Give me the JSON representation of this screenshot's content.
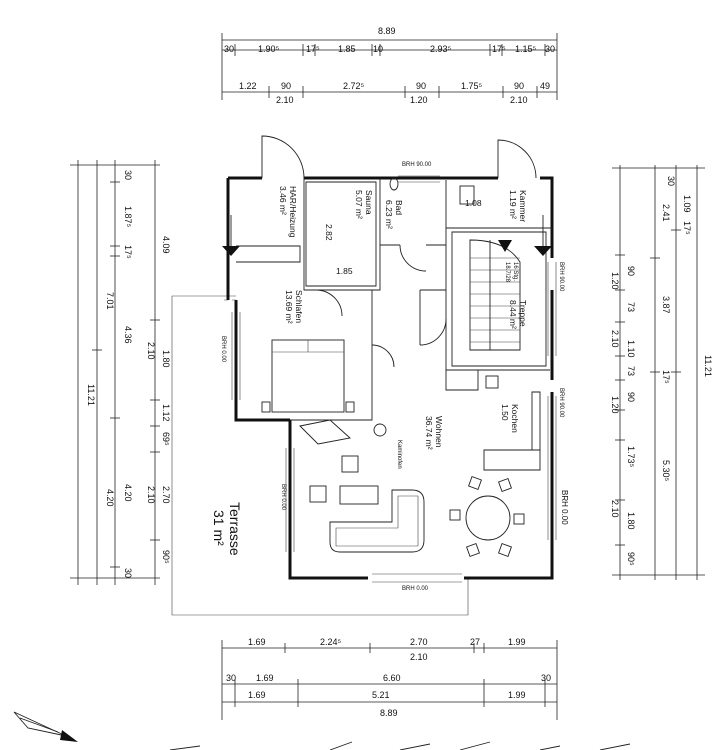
{
  "dimensions": {
    "top_overall": "8.89",
    "top_row1": [
      "30",
      "1.90⁵",
      "17⁵",
      "1.85",
      "10",
      "2.93⁵",
      "17⁵",
      "1.15⁵",
      "30"
    ],
    "top_row2_upper": [
      "1.22",
      "90",
      "2.72⁵",
      "90",
      "1.75⁵",
      "90",
      "49"
    ],
    "top_row2_lower": [
      "2.10",
      "1.20",
      "2.10"
    ],
    "bottom_row1_upper": [
      "1.69",
      "2.24⁵",
      "2.70",
      "27",
      "1.99"
    ],
    "bottom_row1_lower": "2.10",
    "bottom_row2_upper": [
      "30",
      "1.69",
      "6.60",
      "30"
    ],
    "bottom_row2_lower": [
      "1.69",
      "5.21",
      "1.99"
    ],
    "bottom_overall": "8.89",
    "left_outer": "11.21",
    "left_mid1": "7.01",
    "left_mid1_bottom": "4.20",
    "left_mid2": [
      "30",
      "1.87⁵",
      "17⁵",
      "4.36",
      "4.20",
      "30"
    ],
    "left_inner": [
      "4.09",
      "1.80",
      "2.10",
      "1.12",
      "69⁵",
      "2.70",
      "2.10",
      "90⁵"
    ],
    "right_outer": "11.21",
    "right_mid": [
      "2.41",
      "3.87",
      "17⁵",
      "5.30⁵"
    ],
    "right_inner": [
      "30",
      "1.09",
      "17⁵",
      "90",
      "1.20",
      "73",
      "2.10",
      "1.10",
      "73",
      "90",
      "1.20",
      "1.73⁵",
      "2.10",
      "1.80",
      "90⁵"
    ],
    "right_inner_top": "30"
  },
  "rooms": [
    {
      "name": "HAR/Heizung",
      "area": "3.46 m²"
    },
    {
      "name": "Sauna",
      "area": "5.07 m²"
    },
    {
      "name": "Bad",
      "area": "6.23 m²"
    },
    {
      "name": "Kammer",
      "area": "1.19 m²"
    },
    {
      "name": "Schlafen",
      "area": "13.69 m²"
    },
    {
      "name": "Treppe",
      "area": "8.44 m²"
    },
    {
      "name": "Wohnen",
      "area": "36.74 m²"
    },
    {
      "name": "Kochen",
      "area": ""
    },
    {
      "name": "Terrasse",
      "area": "31 m²"
    }
  ],
  "labels": {
    "sauna_inner_2_82": "2.82",
    "sauna_inner_1_85": "1.85",
    "bad_inner_1_08": "1.08",
    "kochen_1_50": "1.50",
    "stairs": "16 Stg.",
    "stairs_ratio": "18.7/28",
    "kaminofen": "Kaminofen",
    "brh": [
      "BRH 90.00",
      "BRH 90.00",
      "BRH 0.00",
      "BRH 0.00",
      "BRH 90.00",
      "BRH 0.00",
      "BRH 0.00"
    ]
  }
}
